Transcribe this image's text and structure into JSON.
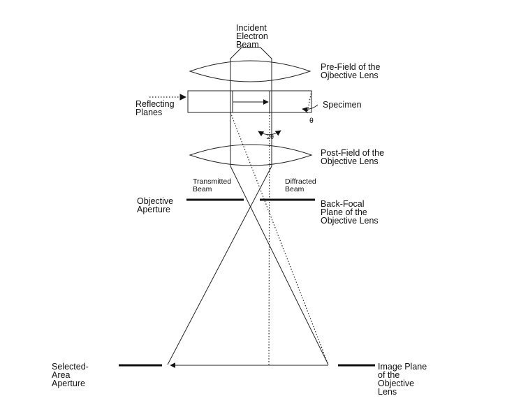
{
  "labels": {
    "incident": [
      "Incident",
      "Electron",
      "Beam"
    ],
    "prefield": [
      "Pre-Field of the",
      "Ojbective Lens"
    ],
    "reflecting": [
      "Reflecting",
      "Planes"
    ],
    "specimen": "Specimen",
    "theta": "θ",
    "two_theta": "2θ",
    "postfield": [
      "Post-Field of the",
      "Objective Lens"
    ],
    "transmitted": [
      "Transmitted",
      "Beam"
    ],
    "diffracted": [
      "Diffracted",
      "Beam"
    ],
    "objective_aperture": [
      "Objective",
      "Aperture"
    ],
    "backfocal": [
      "Back-Focal",
      "Plane of the",
      "Objective Lens"
    ],
    "selected_area": [
      "Selected-",
      "Area",
      "Aperture"
    ],
    "image_plane": [
      "Image Plane",
      "of the",
      "Objective",
      "Lens"
    ]
  }
}
